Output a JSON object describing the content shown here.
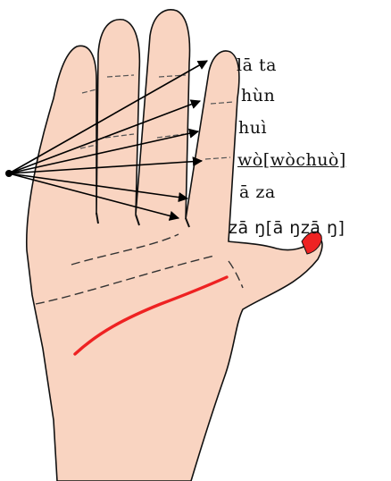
{
  "labels": {
    "l1": "lā ta",
    "l2": "hùn",
    "l3": "huì",
    "l4": "wò[wòchuò]",
    "l5": "ā za",
    "l6": "zā ŋ[ā ŋzā ŋ]"
  },
  "colors": {
    "skin": "#f9d4c1",
    "outline": "#111111",
    "palm_line": "#ee2222",
    "arrow": "#000000"
  }
}
